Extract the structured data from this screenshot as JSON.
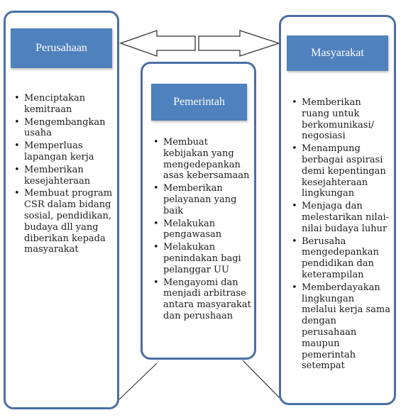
{
  "perusahaan": {
    "title": "Perusahaan",
    "items": [
      "Menciptakan kemitraan",
      "Mengembangkan usaha",
      "Memperluas lapangan kerja",
      "Memberikan kesejahteraan",
      "Membuat program CSR dalam bidang sosial, pendidikan, budaya dll yang diberikan kepada masyarakat"
    ]
  },
  "pemerintah": {
    "title": "Pemerintah",
    "items": [
      "Membuat kebijakan yang mengedepankan asas kebersamaan",
      "Memberikan pelayanan yang baik",
      "Melakukan pengawasan",
      "Melakukan penindakan bagi pelanggar UU",
      "Mengayomi dan menjadi arbitrase antara masyarakat dan perushaan"
    ]
  },
  "masyarakat": {
    "title": "Masyarakat",
    "items": [
      "Memberikan ruang untuk berkomunikasi/ negosiasi",
      "Menampung berbagai aspirasi demi kepentingan kesejahteraan lingkungan",
      "Menjaga dan melestarikan nilai-nilai budaya luhur",
      "Berusaha mengedepankan pendidikan dan keterampilan",
      "Memberdayakan lingkungan melalui kerja sama dengan perusahaan maupun pemerintah setempat"
    ]
  },
  "colors": {
    "panel_border": "#4a6fa5",
    "header_fill": "#4f81bd",
    "header_text": "#ffffff"
  }
}
